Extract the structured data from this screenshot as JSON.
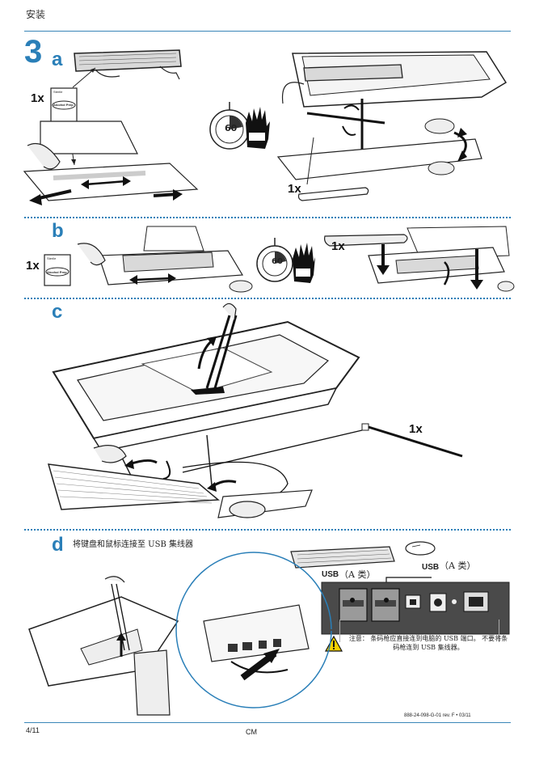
{
  "header": {
    "title": "安装"
  },
  "step": {
    "number": "3",
    "sub_a": "a",
    "sub_b": "b",
    "sub_c": "c",
    "sub_d": "d"
  },
  "quantities": {
    "a_pad": "1x",
    "a_strip": "1x",
    "b_pad": "1x",
    "b_strip": "1x",
    "c_tie": "1x"
  },
  "timer": {
    "a": "60",
    "b": "60"
  },
  "pad_label": {
    "sterile": "Sterile",
    "brand": "Alcohol Prep"
  },
  "section_d": {
    "instruction": "将键盘和鼠标连接至 USB 集线器",
    "usb_label_1": "USB",
    "usb_type_1": "（A 类）",
    "usb_label_2": "USB",
    "usb_type_2": "（A 类）",
    "note": "注意： 条码枪应直接连到电脑的 USB 端口。 不要将条码枪连到 USB 集线器。"
  },
  "footer": {
    "page": "4/11",
    "center": "CM",
    "doc_id": "888-24-098-G-01 rev. F • 03/11"
  },
  "colors": {
    "accent": "#2a7fb8",
    "hub": "#4a4a4a",
    "warning": "#f5d000"
  }
}
